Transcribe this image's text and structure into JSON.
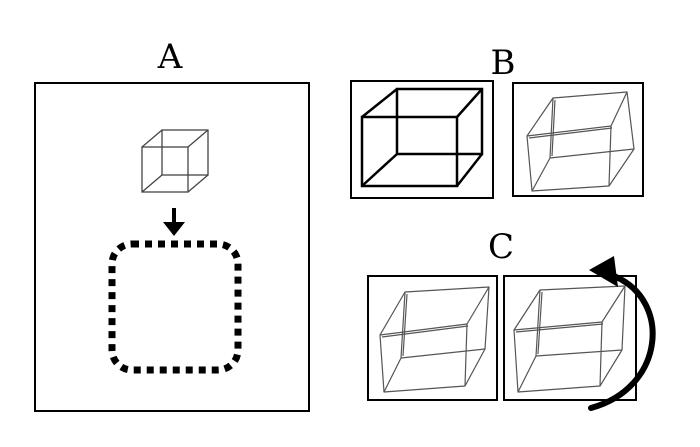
{
  "panels": {
    "a": {
      "label": "A"
    },
    "b": {
      "label": "B"
    },
    "c": {
      "label": "C"
    }
  },
  "colors": {
    "ink": "#000000",
    "background": "#ffffff"
  }
}
